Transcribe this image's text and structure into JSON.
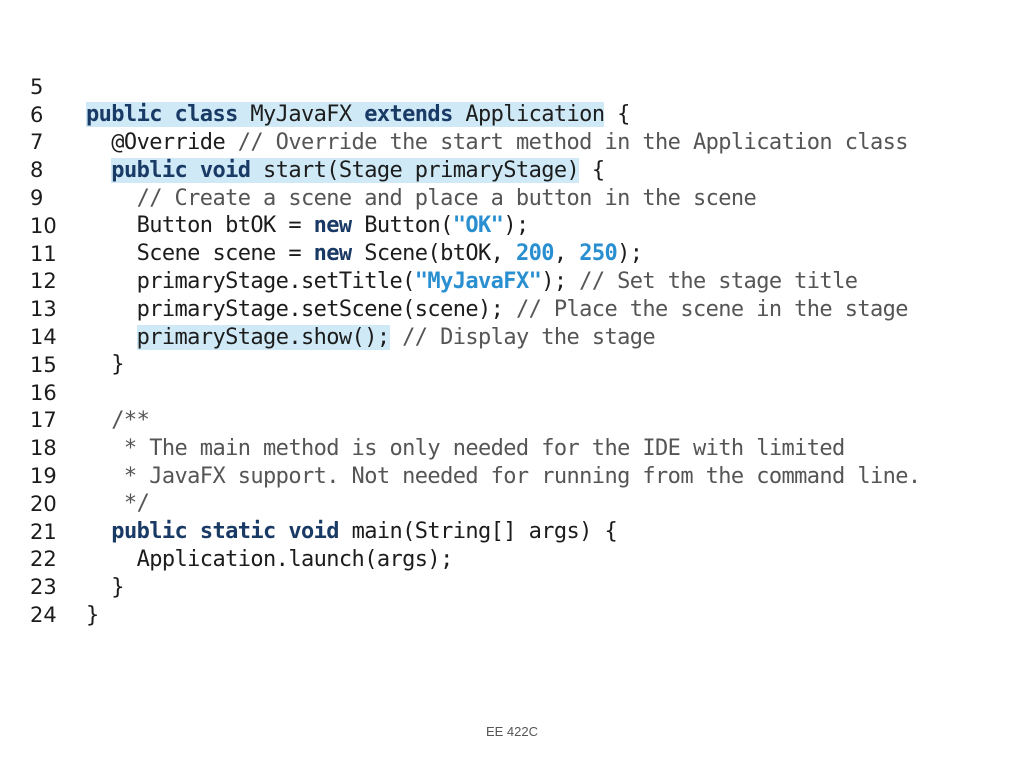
{
  "lines": [
    {
      "n": "5",
      "segs": []
    },
    {
      "n": "6",
      "segs": [
        {
          "t": "public class ",
          "c": "kw hl"
        },
        {
          "t": "MyJavaFX ",
          "c": "hl"
        },
        {
          "t": "extends ",
          "c": "kw hl"
        },
        {
          "t": "Application",
          "c": "hl"
        },
        {
          "t": " {",
          "c": ""
        }
      ]
    },
    {
      "n": "7",
      "segs": [
        {
          "t": "  @Override ",
          "c": ""
        },
        {
          "t": "// Override the start method in the Application class",
          "c": "cm"
        }
      ]
    },
    {
      "n": "8",
      "segs": [
        {
          "t": "  ",
          "c": ""
        },
        {
          "t": "public void ",
          "c": "kw hl"
        },
        {
          "t": "start(Stage primaryStage)",
          "c": "hl"
        },
        {
          "t": " {",
          "c": ""
        }
      ]
    },
    {
      "n": "9",
      "segs": [
        {
          "t": "    // Create a scene and place a button in the scene",
          "c": "cm"
        }
      ]
    },
    {
      "n": "10",
      "segs": [
        {
          "t": "    Button btOK = ",
          "c": ""
        },
        {
          "t": "new ",
          "c": "kw"
        },
        {
          "t": "Button(",
          "c": ""
        },
        {
          "t": "\"OK\"",
          "c": "str"
        },
        {
          "t": ");",
          "c": ""
        }
      ]
    },
    {
      "n": "11",
      "segs": [
        {
          "t": "    Scene scene = ",
          "c": ""
        },
        {
          "t": "new ",
          "c": "kw"
        },
        {
          "t": "Scene(btOK, ",
          "c": ""
        },
        {
          "t": "200",
          "c": "num"
        },
        {
          "t": ", ",
          "c": ""
        },
        {
          "t": "250",
          "c": "num"
        },
        {
          "t": ");",
          "c": ""
        }
      ]
    },
    {
      "n": "12",
      "segs": [
        {
          "t": "    primaryStage.setTitle(",
          "c": ""
        },
        {
          "t": "\"MyJavaFX\"",
          "c": "str"
        },
        {
          "t": "); ",
          "c": ""
        },
        {
          "t": "// Set the stage title",
          "c": "cm"
        }
      ]
    },
    {
      "n": "13",
      "segs": [
        {
          "t": "    primaryStage.setScene(scene); ",
          "c": ""
        },
        {
          "t": "// Place the scene in the stage",
          "c": "cm"
        }
      ]
    },
    {
      "n": "14",
      "segs": [
        {
          "t": "    ",
          "c": ""
        },
        {
          "t": "primaryStage.show();",
          "c": "hl"
        },
        {
          "t": " ",
          "c": ""
        },
        {
          "t": "// Display the stage",
          "c": "cm"
        }
      ]
    },
    {
      "n": "15",
      "segs": [
        {
          "t": "  }",
          "c": ""
        }
      ]
    },
    {
      "n": "16",
      "segs": []
    },
    {
      "n": "17",
      "segs": [
        {
          "t": "  /**",
          "c": "cm"
        }
      ]
    },
    {
      "n": "18",
      "segs": [
        {
          "t": "   * The main method is only needed for the IDE with limited",
          "c": "cm"
        }
      ]
    },
    {
      "n": "19",
      "segs": [
        {
          "t": "   * JavaFX support. Not needed for running from the command line.",
          "c": "cm"
        }
      ]
    },
    {
      "n": "20",
      "segs": [
        {
          "t": "   */",
          "c": "cm"
        }
      ]
    },
    {
      "n": "21",
      "segs": [
        {
          "t": "  ",
          "c": ""
        },
        {
          "t": "public static void ",
          "c": "kw"
        },
        {
          "t": "main(String[] args) {",
          "c": ""
        }
      ]
    },
    {
      "n": "22",
      "segs": [
        {
          "t": "    Application.launch(args);",
          "c": ""
        }
      ]
    },
    {
      "n": "23",
      "segs": [
        {
          "t": "  }",
          "c": ""
        }
      ]
    },
    {
      "n": "24",
      "segs": [
        {
          "t": "}",
          "c": ""
        }
      ]
    }
  ],
  "footer": "EE 422C",
  "colors": {
    "keyword": "#1a3a66",
    "string": "#2a8fd0",
    "comment": "#555555",
    "highlight": "#cfe9f6"
  }
}
